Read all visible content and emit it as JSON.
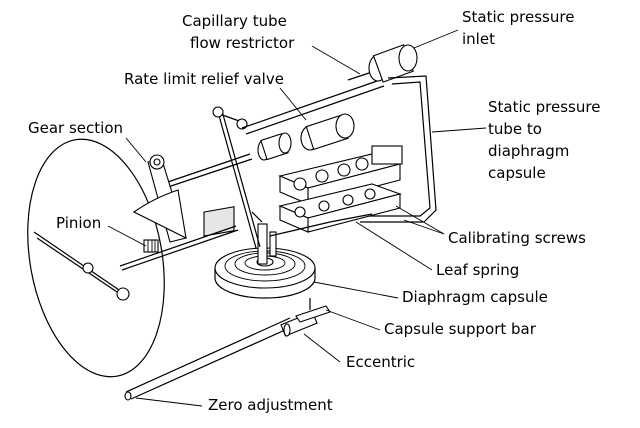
{
  "labels": {
    "capillary": [
      "Capillary tube",
      "flow restrictor"
    ],
    "static_inlet": [
      "Static pressure",
      "inlet"
    ],
    "rate_limit": [
      "Rate limit relief valve"
    ],
    "gear_section": [
      "Gear section"
    ],
    "static_tube": [
      "Static pressure",
      "tube to",
      "diaphragm",
      "capsule"
    ],
    "pinion": [
      "Pinion"
    ],
    "calibrating": [
      "Calibrating screws"
    ],
    "leaf_spring": [
      "Leaf spring"
    ],
    "diaphragm": [
      "Diaphragm capsule"
    ],
    "support_bar": [
      "Capsule support bar"
    ],
    "eccentric": [
      "Eccentric"
    ],
    "zero_adj": [
      "Zero adjustment"
    ]
  }
}
